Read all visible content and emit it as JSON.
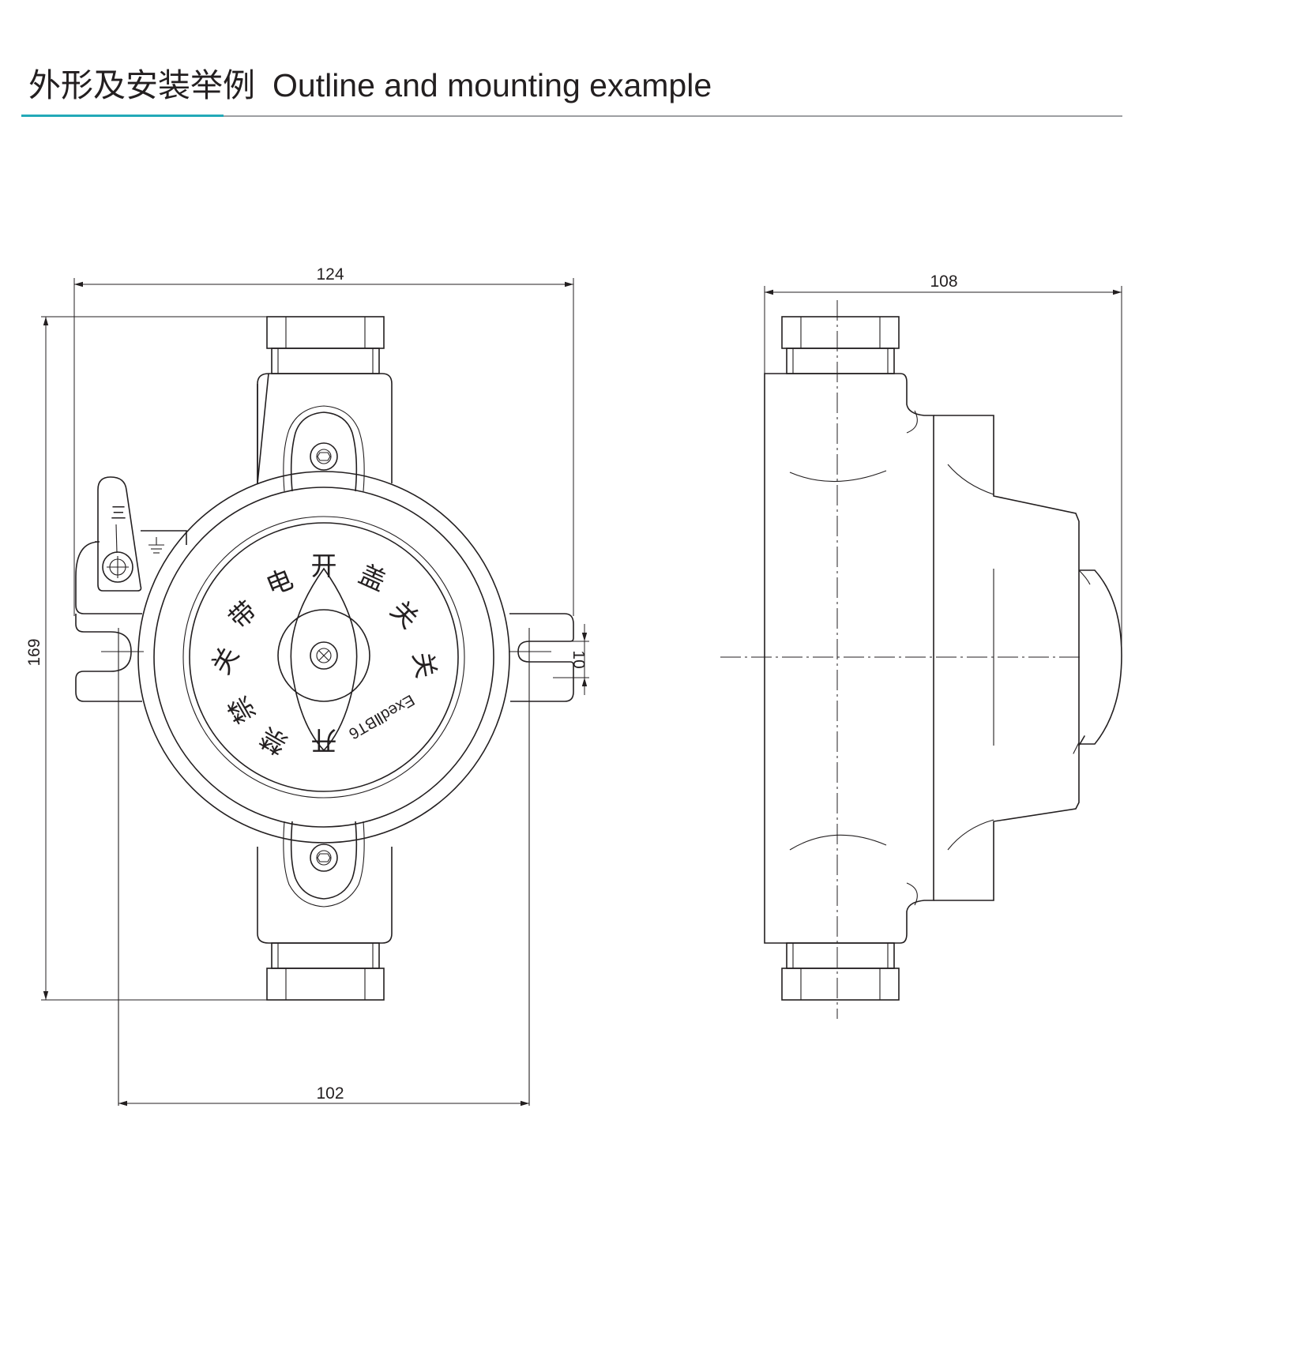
{
  "header": {
    "title_cn": "外形及安装举例",
    "title_en": "Outline and mounting example",
    "accent_color": "#23a9b8",
    "rule_color": "#9d9fa2"
  },
  "front_view": {
    "dimensions": {
      "width": "124",
      "height": "169",
      "mounting_span": "102",
      "slot_width": "10"
    },
    "dial_labels": [
      "关",
      "带",
      "电",
      "开",
      "盖",
      "关",
      "开",
      "禁"
    ],
    "marking": "ExedⅡBT6",
    "handle_mark": "三",
    "icons": [
      "ground-symbol-icon",
      "phillips-screw-icon",
      "hex-socket-screw-icon"
    ]
  },
  "side_view": {
    "dimensions": {
      "depth": "108"
    }
  }
}
